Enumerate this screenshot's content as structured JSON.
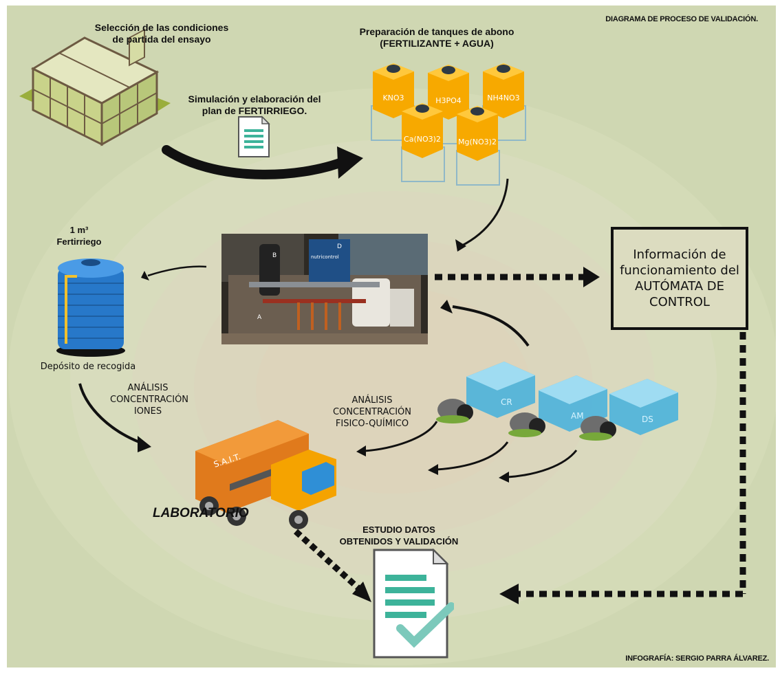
{
  "header": {
    "title": "DIAGRAMA DE PROCESO DE VALIDACIÓN."
  },
  "footer": {
    "credit": "INFOGRAFÍA: SERGIO PARRA ÁLVAREZ."
  },
  "steps": {
    "start_conditions": "Selección de las condiciones de partida del ensayo",
    "simulation": "Simulación y elaboración del plan de FERTIRRIEGO.",
    "tanks_prep": "Preparación de tanques de abono (FERTILIZANTE + AGUA)",
    "automaton_info": "Información de funcionamiento del AUTÓMATA DE CONTROL",
    "collection_volume": "1 m³ Fertirriego",
    "collection_tank": "Depósito de recogida",
    "ion_analysis": "ANÁLISIS CONCENTRACIÓN IONES",
    "physchem_analysis": "ANÁLISIS CONCENTRACIÓN FISICO-QUÍMICO",
    "lab": "LABORATORIO",
    "truck_text": "S.A.I.T.",
    "study": "ESTUDIO DATOS OBTENIDOS Y VALIDACIÓN"
  },
  "fertilizer_tanks": [
    "KNO3",
    "H3PO4",
    "NH4NO3",
    "Ca(NO3)2",
    "Mg(NO3)2"
  ],
  "aquariums": [
    "CR",
    "AM",
    "DS"
  ],
  "photo_labels": {
    "b": "B",
    "d": "D",
    "a": "A",
    "brand": "nutricontrol"
  },
  "colors": {
    "background": "#cfd7b2",
    "tank_orange": "#f5a300",
    "water_blue": "#4bb3dc",
    "doc_green": "#3db39a"
  }
}
